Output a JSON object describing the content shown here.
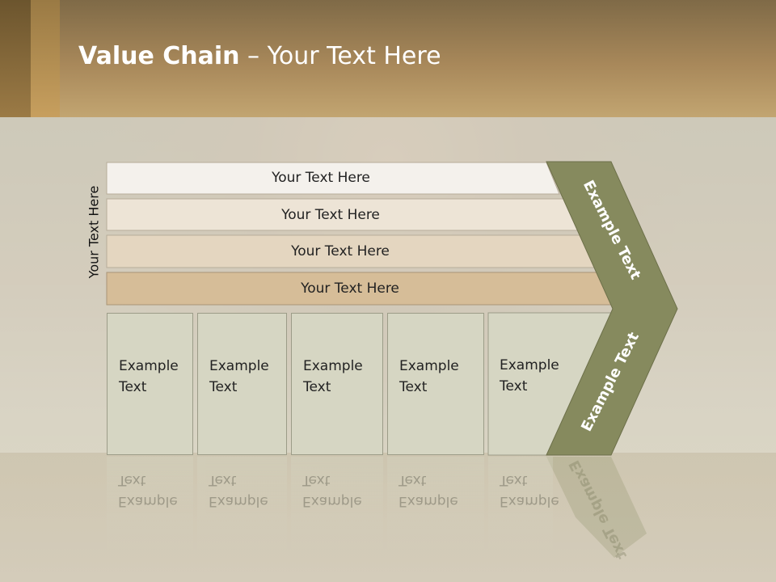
{
  "title": {
    "bold": "Value Chain",
    "rest": " – Your Text Here"
  },
  "side_label": "Your Text Here",
  "rows": [
    {
      "label": "Your Text Here",
      "color": "#f4f1ec"
    },
    {
      "label": "Your Text Here",
      "color": "#ede4d6"
    },
    {
      "label": "Your Text Here",
      "color": "#e4d6c0"
    },
    {
      "label": "Your Text Here",
      "color": "#d6bd98"
    }
  ],
  "columns": [
    {
      "line1": "Example",
      "line2": "Text"
    },
    {
      "line1": "Example",
      "line2": "Text"
    },
    {
      "line1": "Example",
      "line2": "Text"
    },
    {
      "line1": "Example",
      "line2": "Text"
    },
    {
      "line1": "Example",
      "line2": "Text"
    }
  ],
  "chevron": {
    "upper": "Example Text",
    "lower": "Example Text",
    "color": "#868a5e"
  }
}
